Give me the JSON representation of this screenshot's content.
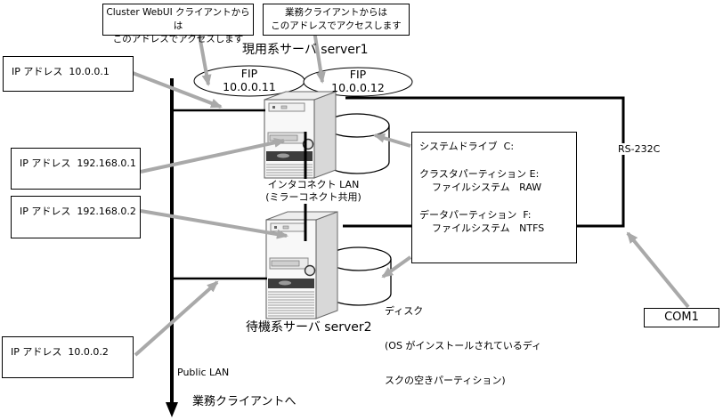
{
  "colors": {
    "arrow_gray": "#a9a9a9",
    "line_black": "#000000",
    "box_bg": "#ffffff",
    "server_dark_stripe": "#3d3d3d"
  },
  "callout_webui": {
    "line1": "Cluster WebUI クライアントからは",
    "line2": "このアドレスでアクセスします"
  },
  "callout_business": {
    "line1": "業務クライアントからは",
    "line2": "このアドレスでアクセスします"
  },
  "server1": {
    "title": "現用系サーバ server1"
  },
  "server2": {
    "title": "待機系サーバ server2"
  },
  "fip1": {
    "label": "FIP",
    "address": "10.0.0.11"
  },
  "fip2": {
    "label": "FIP",
    "address": "10.0.0.12"
  },
  "ip_box1": "IP アドレス  10.0.0.1",
  "ip_box2": "IP アドレス  192.168.0.1",
  "ip_box3": "IP アドレス  192.168.0.2",
  "ip_box4": "IP アドレス  10.0.0.2",
  "interconnect": {
    "line1": "インタコネクト LAN",
    "line2": "(ミラーコネクト共用)"
  },
  "partition_box": {
    "system_drive": "システムドライブ  C:",
    "cluster_partition": "クラスタパーティション E:",
    "cluster_fs": "ファイルシステム   RAW",
    "data_partition": "データパーティション  F:",
    "data_fs": "ファイルシステム   NTFS"
  },
  "disk_note": {
    "line1": "ディスク",
    "line2": "(OS がインストールされているディ",
    "line3": "スクの空きパーティション)"
  },
  "rs232c_label": "RS-232C",
  "com1_label": "COM1",
  "public_lan_label": "Public LAN",
  "to_business_clients": "業務クライアントへ"
}
